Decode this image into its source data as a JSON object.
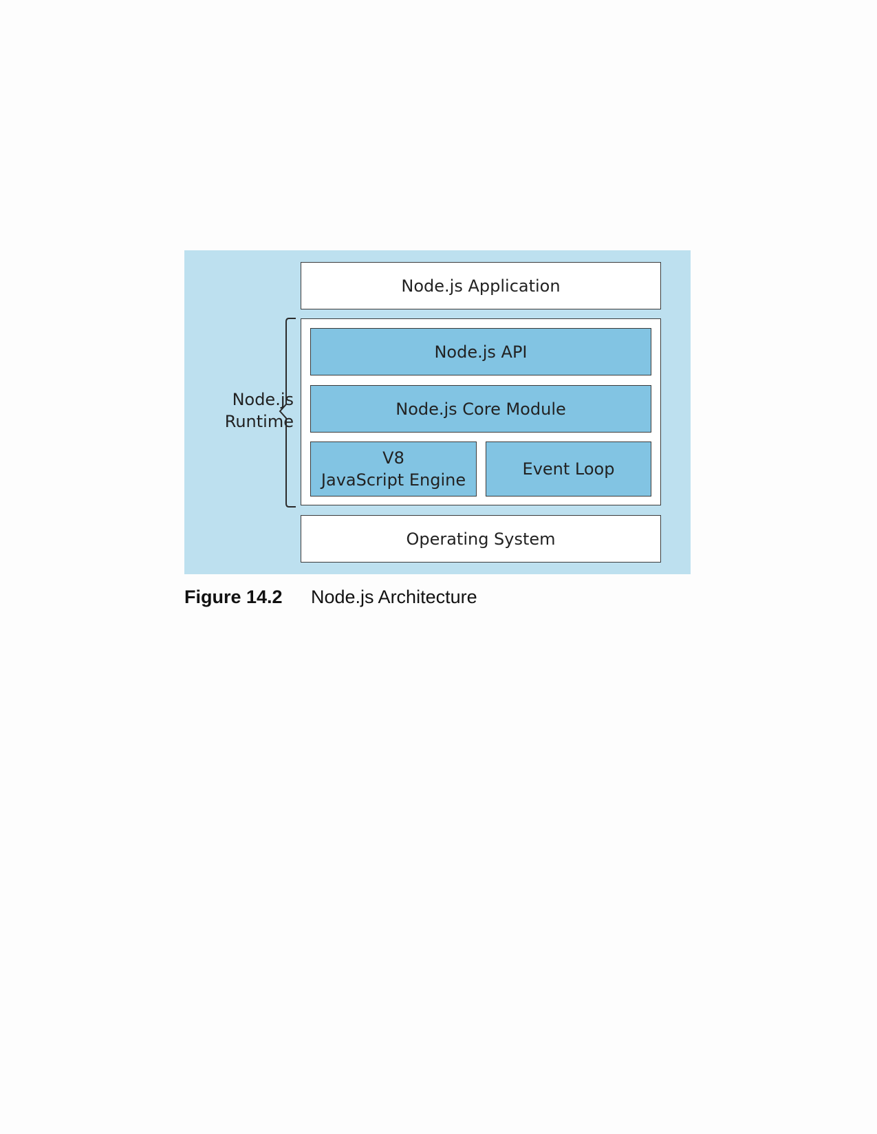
{
  "diagram": {
    "application": "Node.js Application",
    "runtime_label": [
      "Node.js",
      "Runtime"
    ],
    "api": "Node.js API",
    "core_module": "Node.js Core Module",
    "v8_engine": [
      "V8",
      "JavaScript Engine"
    ],
    "event_loop": "Event Loop",
    "operating_system": "Operating System"
  },
  "caption": {
    "number": "Figure 14.2",
    "text": "Node.js Architecture"
  },
  "colors": {
    "panel_background": "#bde0ef",
    "component_fill": "#82c4e3",
    "layer_fill": "#ffffff",
    "border": "#3a3a3a"
  }
}
